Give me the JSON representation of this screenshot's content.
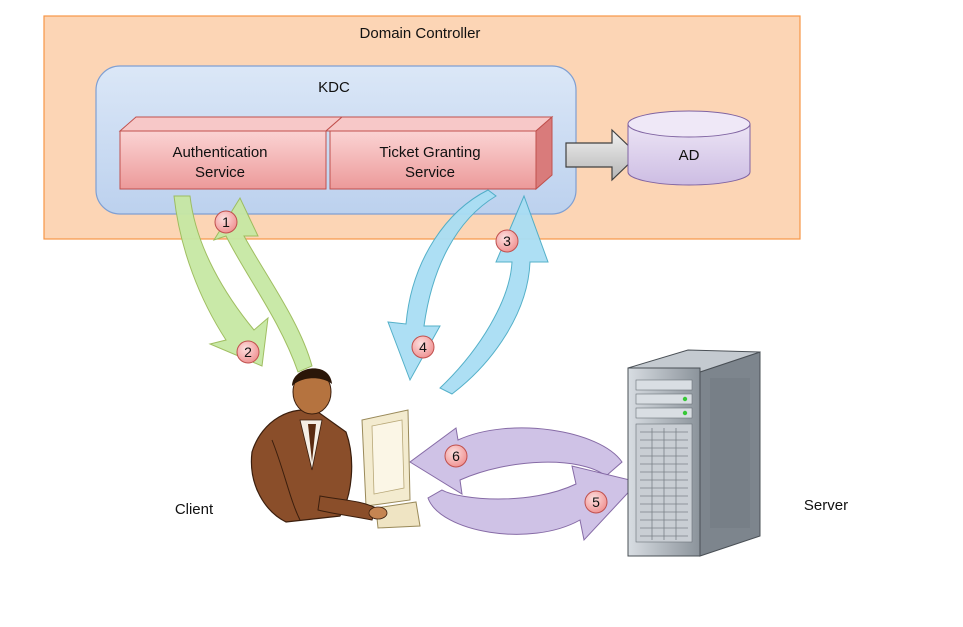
{
  "domain_controller": {
    "label": "Domain Controller"
  },
  "kdc": {
    "label": "KDC"
  },
  "services": {
    "authentication": {
      "line1": "Authentication",
      "line2": "Service"
    },
    "ticket_granting": {
      "line1": "Ticket Granting",
      "line2": "Service"
    }
  },
  "ad": {
    "label": "AD"
  },
  "client": {
    "label": "Client"
  },
  "server": {
    "label": "Server"
  },
  "steps": [
    "1",
    "2",
    "3",
    "4",
    "5",
    "6"
  ],
  "colors": {
    "dc_fill": "#fcd5b5",
    "dc_border": "#f79646",
    "kdc_fill": "#c6d9f1",
    "kdc_border": "#7f9fd2",
    "service_fill": "#f4b6b6",
    "service_border": "#c0504d",
    "ad_fill": "#e0d4ee",
    "arrow_green": "#c3e6a0",
    "arrow_blue": "#a8e0f4",
    "arrow_purple": "#cbbde3",
    "badge_fill": "#f4a3a3"
  }
}
